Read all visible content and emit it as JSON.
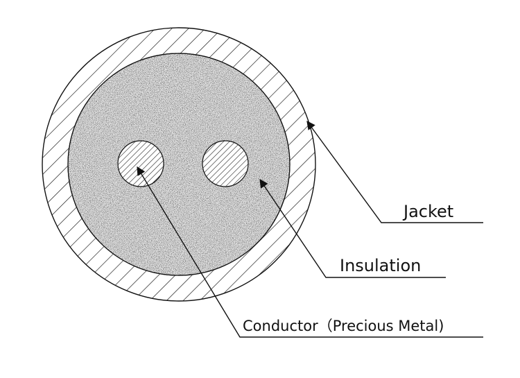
{
  "labels": {
    "jacket": "Jacket",
    "insulation": "Insulation",
    "conductor": "Conductor（Precious Metal)"
  },
  "colors": {
    "line": "#111111",
    "background": "#ffffff",
    "insulation_fill": "#e2e2e2"
  }
}
